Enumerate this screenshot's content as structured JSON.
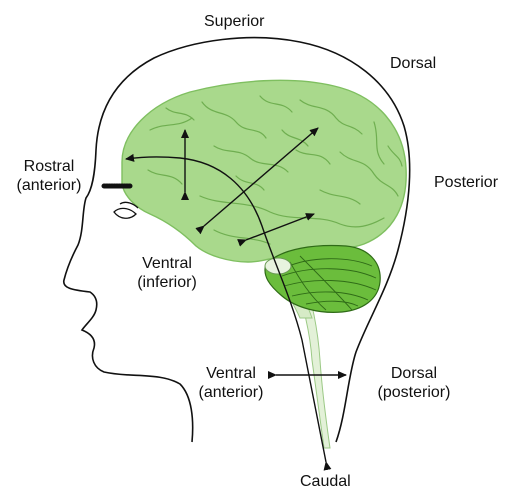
{
  "labels": {
    "superior": "Superior",
    "dorsal_top": "Dorsal",
    "posterior": "Posterior",
    "rostral_1": "Rostral",
    "rostral_2": "(anterior)",
    "ventral_brain_1": "Ventral",
    "ventral_brain_2": "(inferior)",
    "ventral_cord_1": "Ventral",
    "ventral_cord_2": "(anterior)",
    "dorsal_cord_1": "Dorsal",
    "dorsal_cord_2": "(posterior)",
    "caudal": "Caudal"
  },
  "colors": {
    "brain_fill": "#a9d98c",
    "brain_sulci": "#6fae50",
    "cerebellum_fill": "#6bbd3c",
    "cerebellum_lines": "#2f6b17",
    "outline": "#111111",
    "arrow": "#111111"
  }
}
